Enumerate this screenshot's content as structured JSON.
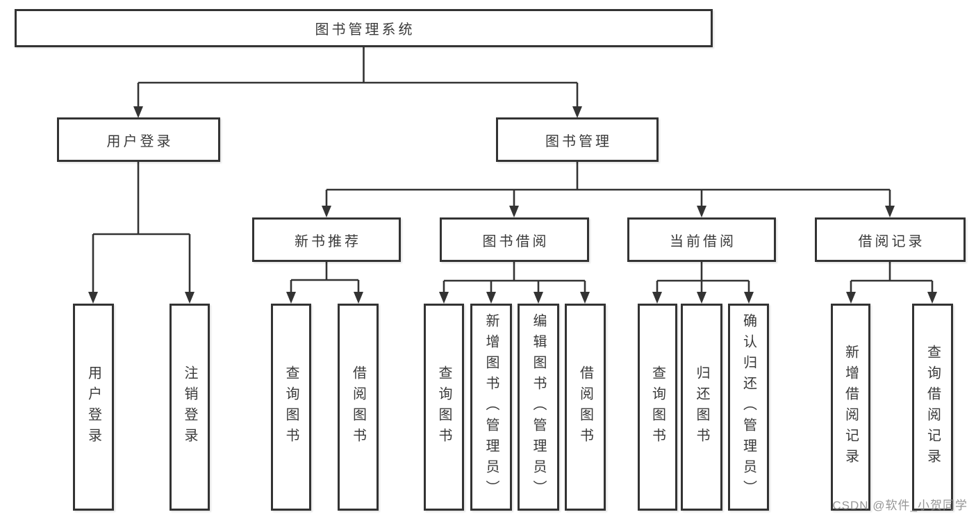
{
  "nodes": {
    "root": {
      "label": "图书管理系统"
    },
    "level2": [
      {
        "label": "用户登录"
      },
      {
        "label": "图书管理"
      }
    ],
    "level3": [
      {
        "label": "新书推荐"
      },
      {
        "label": "图书借阅"
      },
      {
        "label": "当前借阅"
      },
      {
        "label": "借阅记录"
      }
    ],
    "leaves": {
      "user_login": [
        {
          "label": "用户登录"
        },
        {
          "label": "注销登录"
        }
      ],
      "new_book": [
        {
          "label": "查询图书"
        },
        {
          "label": "借阅图书"
        }
      ],
      "book_borrow": [
        {
          "label": "查询图书"
        },
        {
          "label": "新增图书（管理员）"
        },
        {
          "label": "编辑图书（管理员）"
        },
        {
          "label": "借阅图书"
        }
      ],
      "current_borrow": [
        {
          "label": "查询图书"
        },
        {
          "label": "归还图书"
        },
        {
          "label": "确认归还（管理员）"
        }
      ],
      "borrow_record": [
        {
          "label": "新增借阅记录"
        },
        {
          "label": "查询借阅记录"
        }
      ]
    }
  },
  "watermark": {
    "text": "CSDN @软件_小贺同学"
  },
  "colors": {
    "line": "#333333",
    "box_border": "#333333",
    "text": "#3a3a3a",
    "watermark": "#878787",
    "background": "#ffffff"
  }
}
